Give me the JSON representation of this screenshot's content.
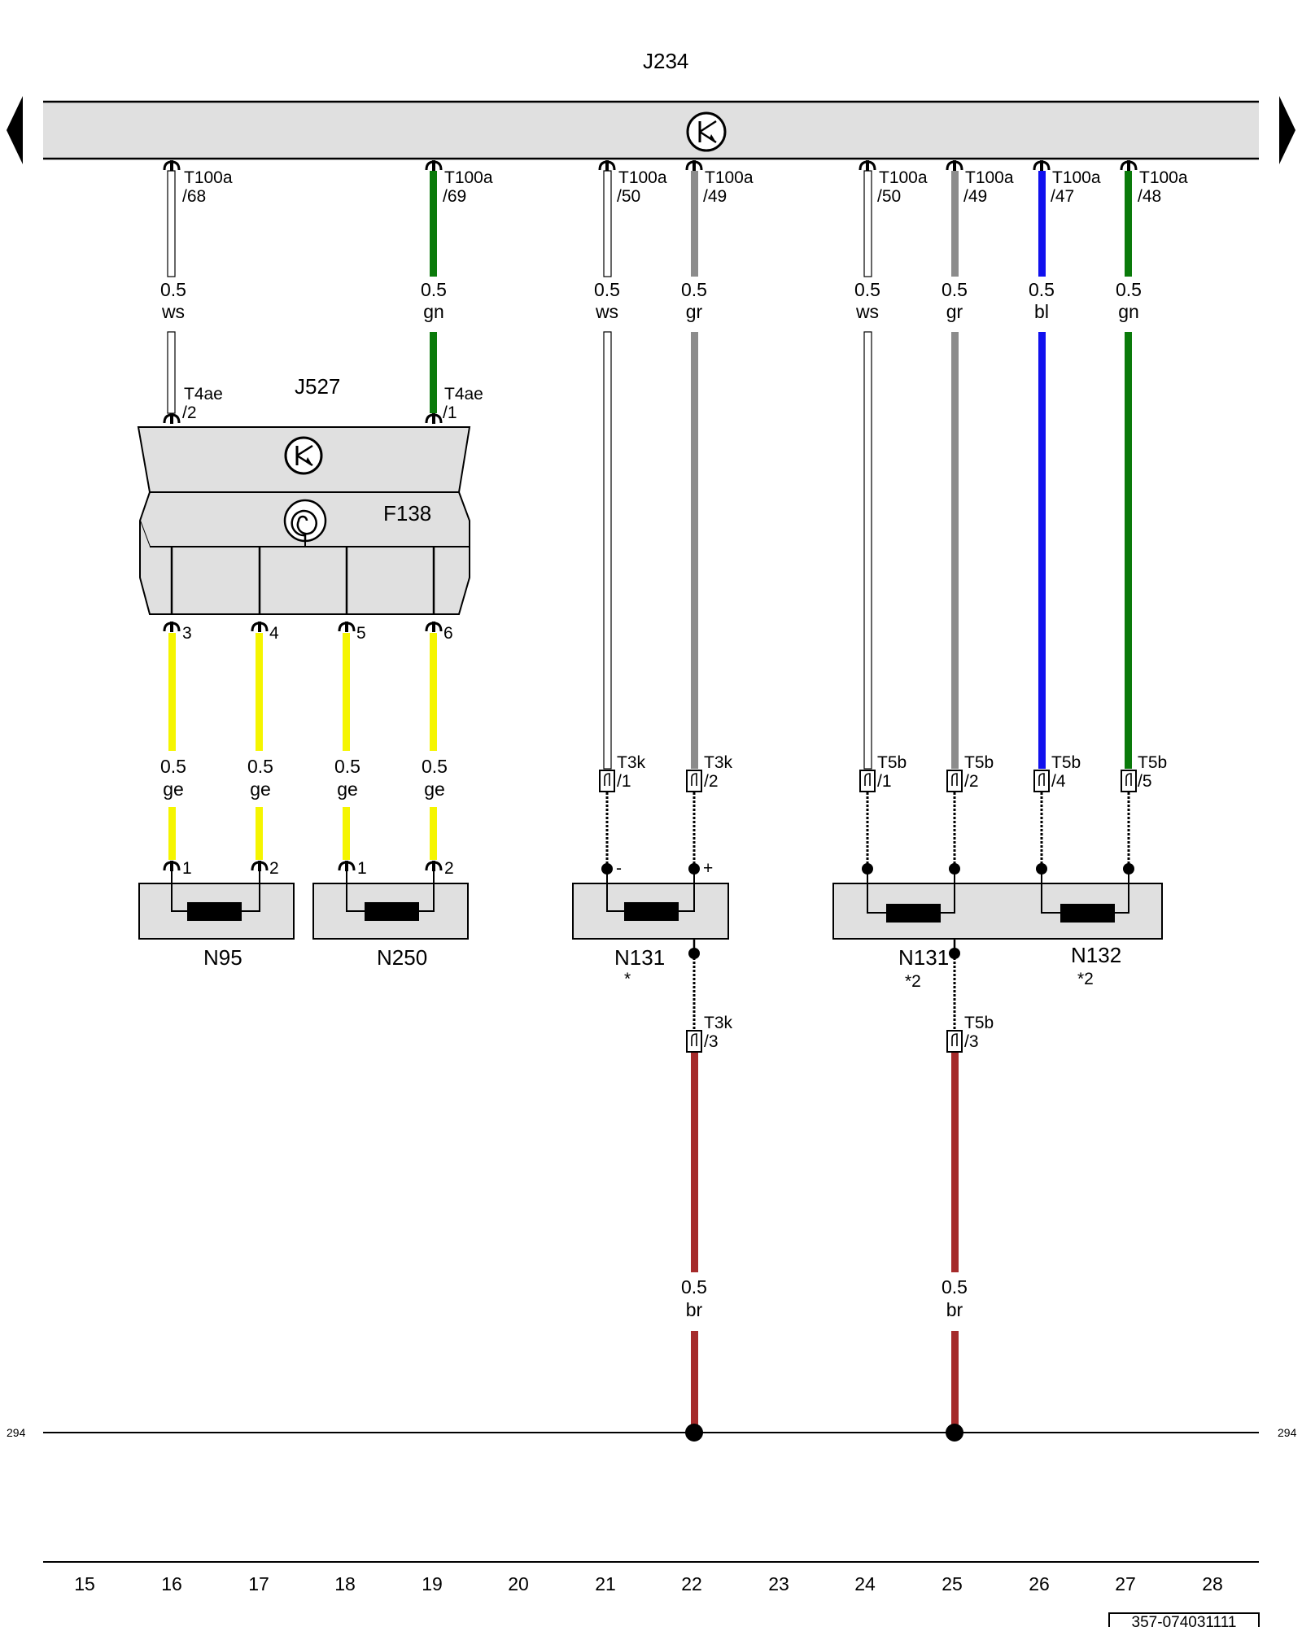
{
  "bus": {
    "name": "J234",
    "edge_ref_left": "294",
    "edge_ref_right": "294",
    "colors": {
      "panel": "#e0e0e0"
    }
  },
  "module": {
    "name": "J527",
    "clock_spring": "F138",
    "top_pins": [
      {
        "conn": "T4ae",
        "pin": "/2"
      },
      {
        "conn": "T4ae",
        "pin": "/1"
      }
    ],
    "bottom_pins": [
      "3",
      "4",
      "5",
      "6"
    ]
  },
  "bus_pins": [
    {
      "conn": "T100a",
      "pin": "/68"
    },
    {
      "conn": "T100a",
      "pin": "/69"
    },
    {
      "conn": "T100a",
      "pin": "/50"
    },
    {
      "conn": "T100a",
      "pin": "/49"
    },
    {
      "conn": "T100a",
      "pin": "/50"
    },
    {
      "conn": "T100a",
      "pin": "/49"
    },
    {
      "conn": "T100a",
      "pin": "/47"
    },
    {
      "conn": "T100a",
      "pin": "/48"
    }
  ],
  "wires_top": [
    {
      "size": "0.5",
      "color": "ws",
      "hex": "#ffffff"
    },
    {
      "size": "0.5",
      "color": "gn",
      "hex": "#0a7a0a"
    },
    {
      "size": "0.5",
      "color": "ws",
      "hex": "#ffffff"
    },
    {
      "size": "0.5",
      "color": "gr",
      "hex": "#8c8c8c"
    },
    {
      "size": "0.5",
      "color": "ws",
      "hex": "#ffffff"
    },
    {
      "size": "0.5",
      "color": "gr",
      "hex": "#8c8c8c"
    },
    {
      "size": "0.5",
      "color": "bl",
      "hex": "#1010ee"
    },
    {
      "size": "0.5",
      "color": "gn",
      "hex": "#0a7a0a"
    }
  ],
  "wires_ge": [
    {
      "size": "0.5",
      "color": "ge",
      "hex": "#f5f500"
    },
    {
      "size": "0.5",
      "color": "ge",
      "hex": "#f5f500"
    },
    {
      "size": "0.5",
      "color": "ge",
      "hex": "#f5f500"
    },
    {
      "size": "0.5",
      "color": "ge",
      "hex": "#f5f500"
    }
  ],
  "wires_br": [
    {
      "size": "0.5",
      "color": "br",
      "hex": "#a52a2a"
    },
    {
      "size": "0.5",
      "color": "br",
      "hex": "#a52a2a"
    }
  ],
  "connectors": [
    {
      "conn": "T3k",
      "pin": "/1"
    },
    {
      "conn": "T3k",
      "pin": "/2"
    },
    {
      "conn": "T5b",
      "pin": "/1"
    },
    {
      "conn": "T5b",
      "pin": "/2"
    },
    {
      "conn": "T5b",
      "pin": "/4"
    },
    {
      "conn": "T5b",
      "pin": "/5"
    },
    {
      "conn": "T3k",
      "pin": "/3"
    },
    {
      "conn": "T5b",
      "pin": "/3"
    }
  ],
  "components": [
    {
      "name": "N95",
      "note": "",
      "pins": [
        "1",
        "2"
      ]
    },
    {
      "name": "N250",
      "note": "",
      "pins": [
        "1",
        "2"
      ]
    },
    {
      "name": "N131",
      "note": "*",
      "pins": [
        "-",
        "+"
      ]
    },
    {
      "name": "N131",
      "note": "*2"
    },
    {
      "name": "N132",
      "note": "*2"
    }
  ],
  "column_numbers": [
    "15",
    "16",
    "17",
    "18",
    "19",
    "20",
    "21",
    "22",
    "23",
    "24",
    "25",
    "26",
    "27",
    "28"
  ],
  "doc_number": "357-074031111"
}
